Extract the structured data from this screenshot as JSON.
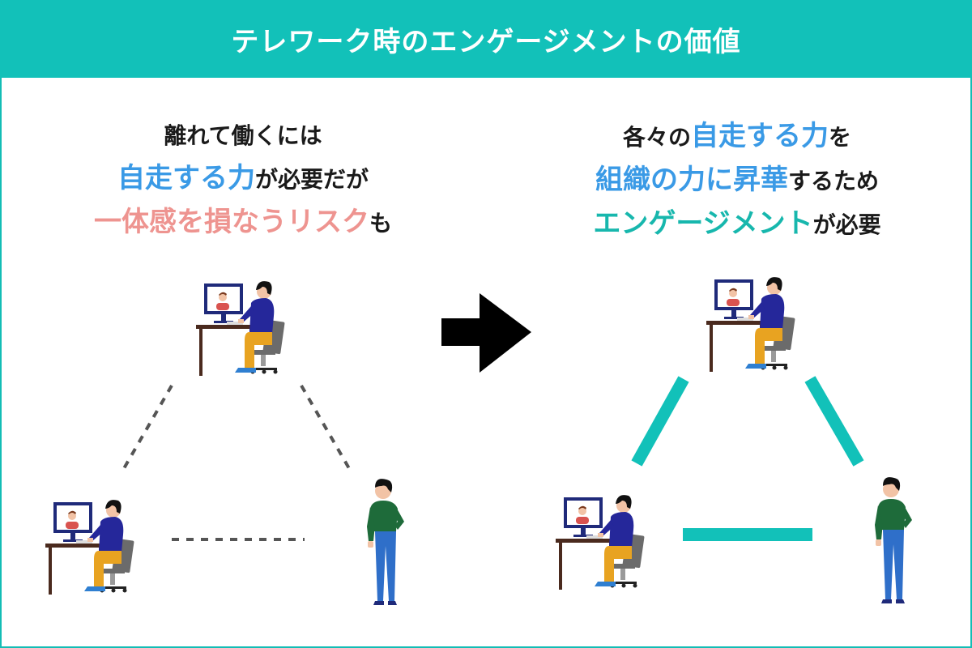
{
  "header": {
    "title": "テレワーク時のエンゲージメントの価値"
  },
  "left_panel": {
    "line1": "離れて働くには",
    "line2_highlight": "自走する力",
    "line2_rest": "が必要だが",
    "line3_highlight": "一体感を損なうリスク",
    "line3_rest": "も",
    "connection_style": "dashed"
  },
  "right_panel": {
    "line1_pre": "各々の",
    "line1_highlight": "自走する力",
    "line1_post": "を",
    "line2_highlight": "組織の力に昇華",
    "line2_rest": "するため",
    "line3_highlight": "エンゲージメント",
    "line3_rest": "が必要",
    "connection_style": "solid"
  },
  "arrow": {
    "icon": "right-arrow-icon"
  },
  "colors": {
    "brand_teal": "#12c1b9",
    "highlight_blue": "#3a9ae6",
    "highlight_pink": "#ee9490",
    "highlight_teal": "#17b7ad",
    "text": "#1a1a1a"
  }
}
